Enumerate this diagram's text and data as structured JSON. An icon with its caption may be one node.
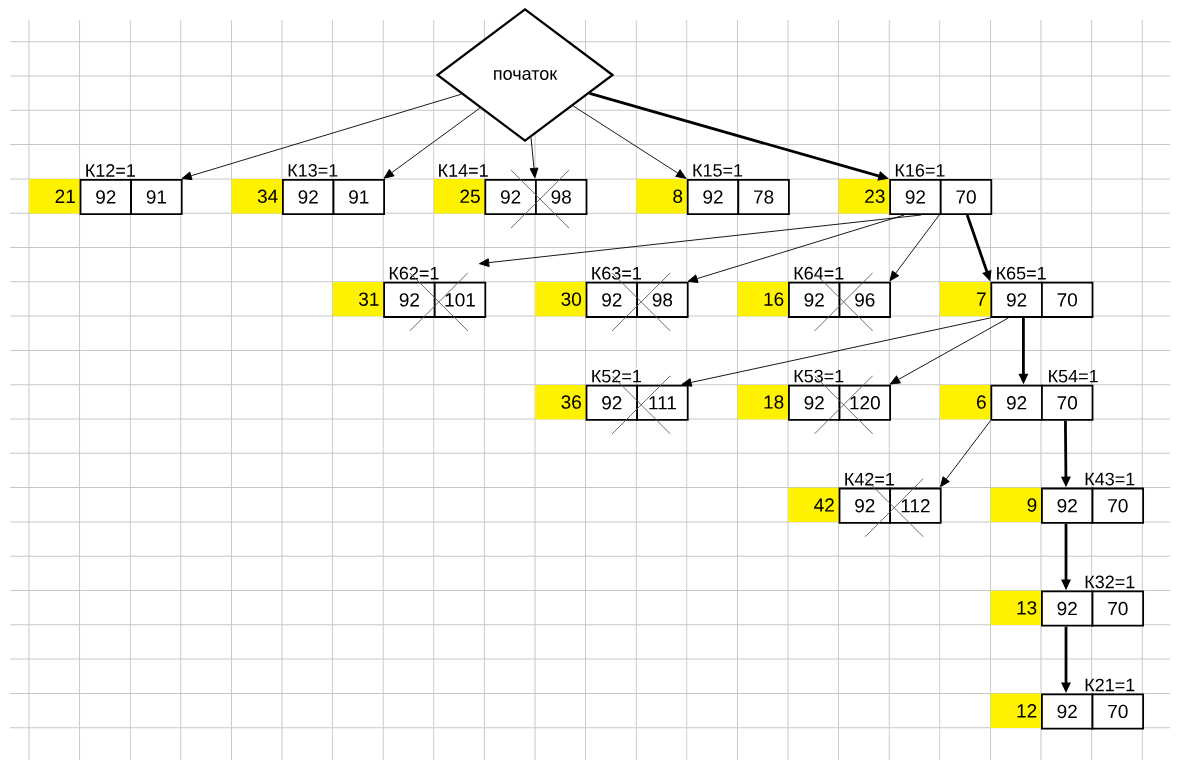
{
  "diagram": {
    "nodes": [
      {
        "text": [
          "початок"
        ]
      },
      {
        "text": [
          "К12=1",
          "21",
          "92",
          "91"
        ]
      },
      {
        "text": [
          "К13=1",
          "34",
          "92",
          "91"
        ]
      },
      {
        "text": [
          "К14=1",
          "25",
          "92",
          "98"
        ]
      },
      {
        "text": [
          "К15=1",
          "8",
          "92",
          "78"
        ]
      },
      {
        "text": [
          "К16=1",
          "23",
          "92",
          "70"
        ]
      },
      {
        "text": [
          "К62=1",
          "31",
          "92",
          "101"
        ]
      },
      {
        "text": [
          "К63=1",
          "30",
          "92",
          "98"
        ]
      },
      {
        "text": [
          "К64=1",
          "16",
          "92",
          "96"
        ]
      },
      {
        "text": [
          "К65=1",
          "7",
          "92",
          "70"
        ]
      },
      {
        "text": [
          "К52=1",
          "36",
          "92",
          "111"
        ]
      },
      {
        "text": [
          "К53=1",
          "18",
          "92",
          "120"
        ]
      },
      {
        "text": [
          "К54=1",
          "6",
          "92",
          "70"
        ]
      },
      {
        "text": [
          "К42=1",
          "42",
          "92",
          "112"
        ]
      },
      {
        "text": [
          "К43=1",
          "9",
          "92",
          "70"
        ]
      },
      {
        "text": [
          "К32=1",
          "13",
          "92",
          "70"
        ]
      },
      {
        "text": [
          "К21=1",
          "12",
          "92",
          "70"
        ]
      }
    ],
    "edges": [
      {
        "from": 0,
        "to": 1,
        "arrow": "to"
      },
      {
        "from": 0,
        "to": 2,
        "arrow": "to"
      },
      {
        "from": 0,
        "to": 3,
        "arrow": "to"
      },
      {
        "from": 0,
        "to": 4,
        "arrow": "to"
      },
      {
        "from": 0,
        "to": 5,
        "arrow": "to",
        "style": "thick"
      },
      {
        "from": 5,
        "to": 6,
        "arrow": "to"
      },
      {
        "from": 5,
        "to": 7,
        "arrow": "to"
      },
      {
        "from": 5,
        "to": 8,
        "arrow": "to"
      },
      {
        "from": 5,
        "to": 9,
        "arrow": "to",
        "style": "thick"
      },
      {
        "from": 9,
        "to": 10,
        "arrow": "to"
      },
      {
        "from": 9,
        "to": 11,
        "arrow": "to"
      },
      {
        "from": 9,
        "to": 12,
        "arrow": "to",
        "style": "thick"
      },
      {
        "from": 12,
        "to": 13,
        "arrow": "to"
      },
      {
        "from": 12,
        "to": 14,
        "arrow": "to",
        "style": "thick"
      },
      {
        "from": 14,
        "to": 15,
        "arrow": "to",
        "style": "thick"
      },
      {
        "from": 15,
        "to": 16,
        "arrow": "to",
        "style": "thick"
      }
    ]
  }
}
